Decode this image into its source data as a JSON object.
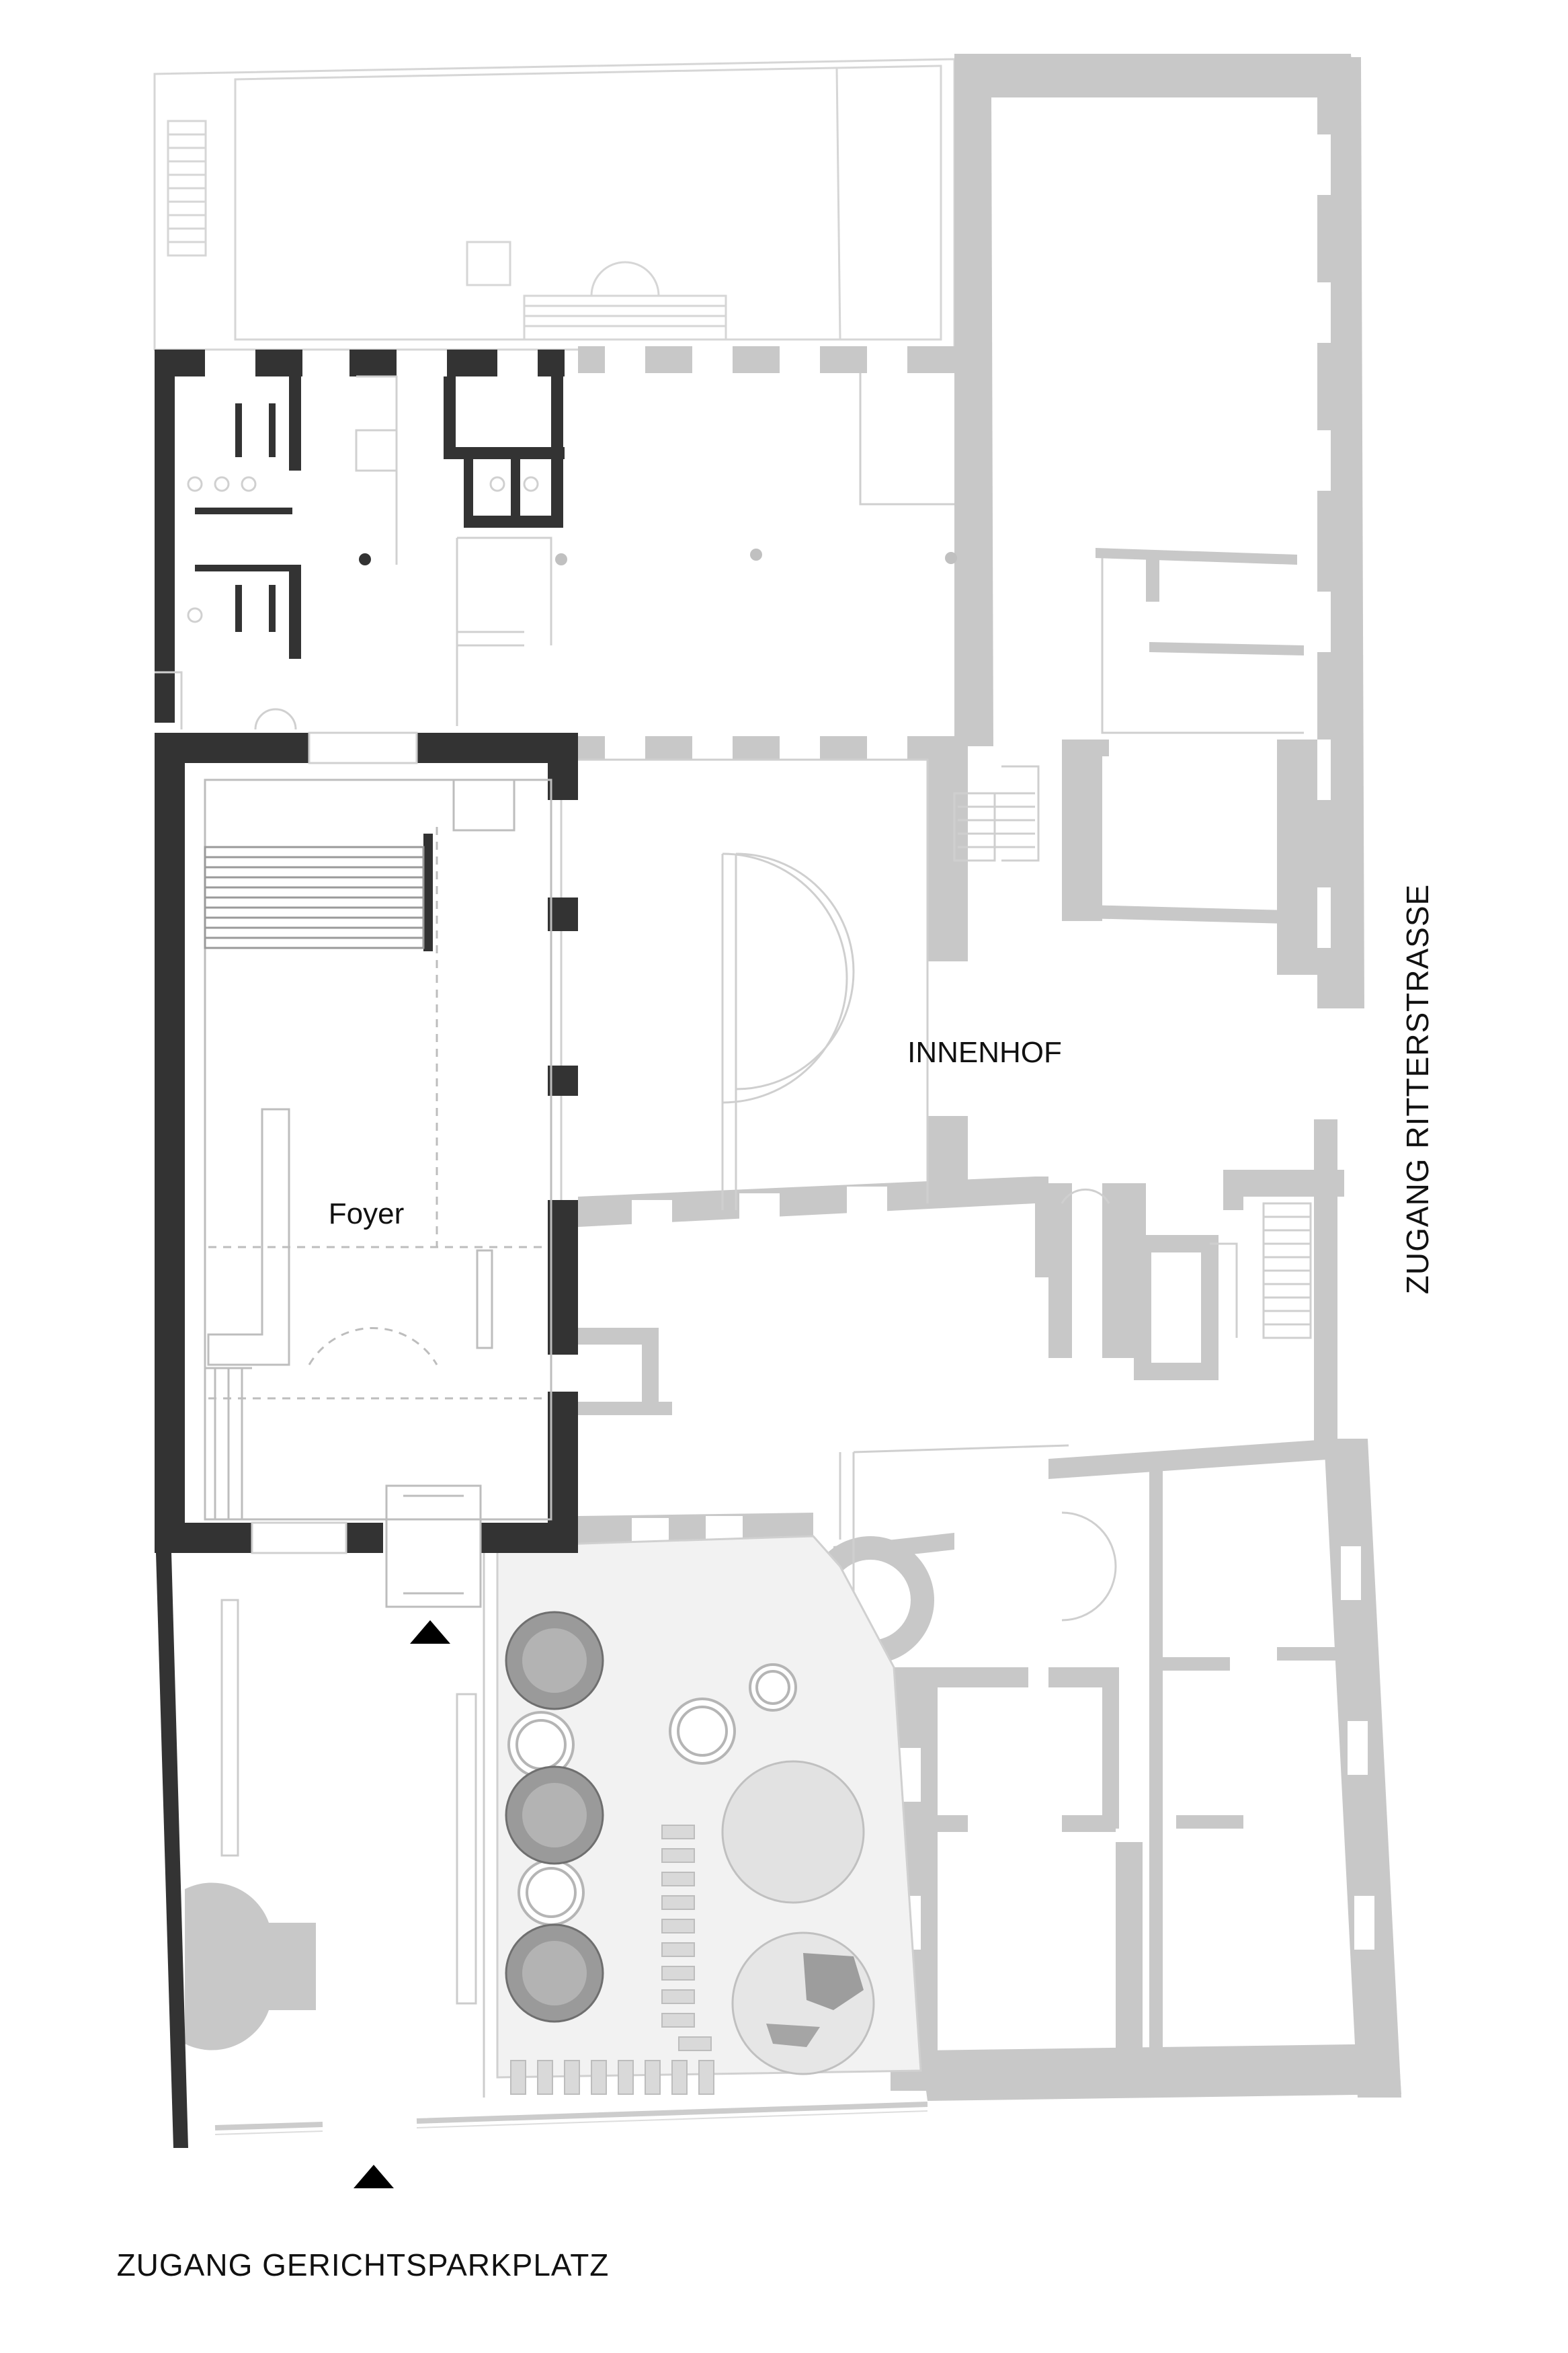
{
  "labels": {
    "foyer": "Foyer",
    "innenhof": "INNENHOF",
    "zugang_ritterstrasse": "ZUGANG RITTERSTRASSE",
    "zugang_gerichtsparkplatz": "ZUGANG GERICHTSPARKPLATZ"
  },
  "colors": {
    "new_wall": "#333333",
    "existing_wall": "#c8c8c8",
    "faded_line": "#d6d6d6",
    "courtyard_fill": "#f2f2f2",
    "tree": "#9a9a9a",
    "entry_marker": "#000000"
  },
  "icons": {
    "entry_marker": "triangle-up",
    "tree": "tree-canopy"
  }
}
